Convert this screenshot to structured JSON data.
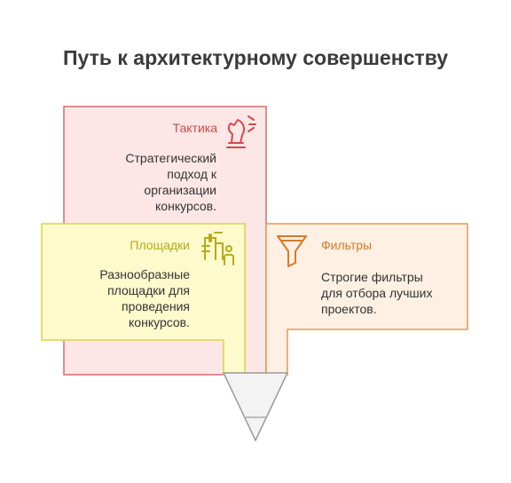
{
  "title": "Путь к архитектурному совершенству",
  "cards": {
    "tactics": {
      "label": "Тактика",
      "lines": [
        "Стратегический",
        "подход к",
        "организации",
        "конкурсов."
      ],
      "icon": "chess-knight-icon",
      "fill": "#fde6e6",
      "stroke": "#d96c6c",
      "label_color": "#d24a4a"
    },
    "venues": {
      "label": "Площадки",
      "lines": [
        "Разнообразные",
        "площадки для",
        "проведения",
        "конкурсов."
      ],
      "icon": "building-person-icon",
      "fill": "#fdfacc",
      "stroke": "#dcd24a",
      "label_color": "#b8a91c"
    },
    "filters": {
      "label": "Фильтры",
      "lines": [
        "Строгие фильтры",
        "для отбора лучших",
        "проектов."
      ],
      "icon": "funnel-icon",
      "fill": "#fef0e3",
      "stroke": "#e39a55",
      "label_color": "#d77a2a"
    }
  },
  "funnel": {
    "fill": "#f3f3f3",
    "stroke": "#9a9a9a"
  }
}
